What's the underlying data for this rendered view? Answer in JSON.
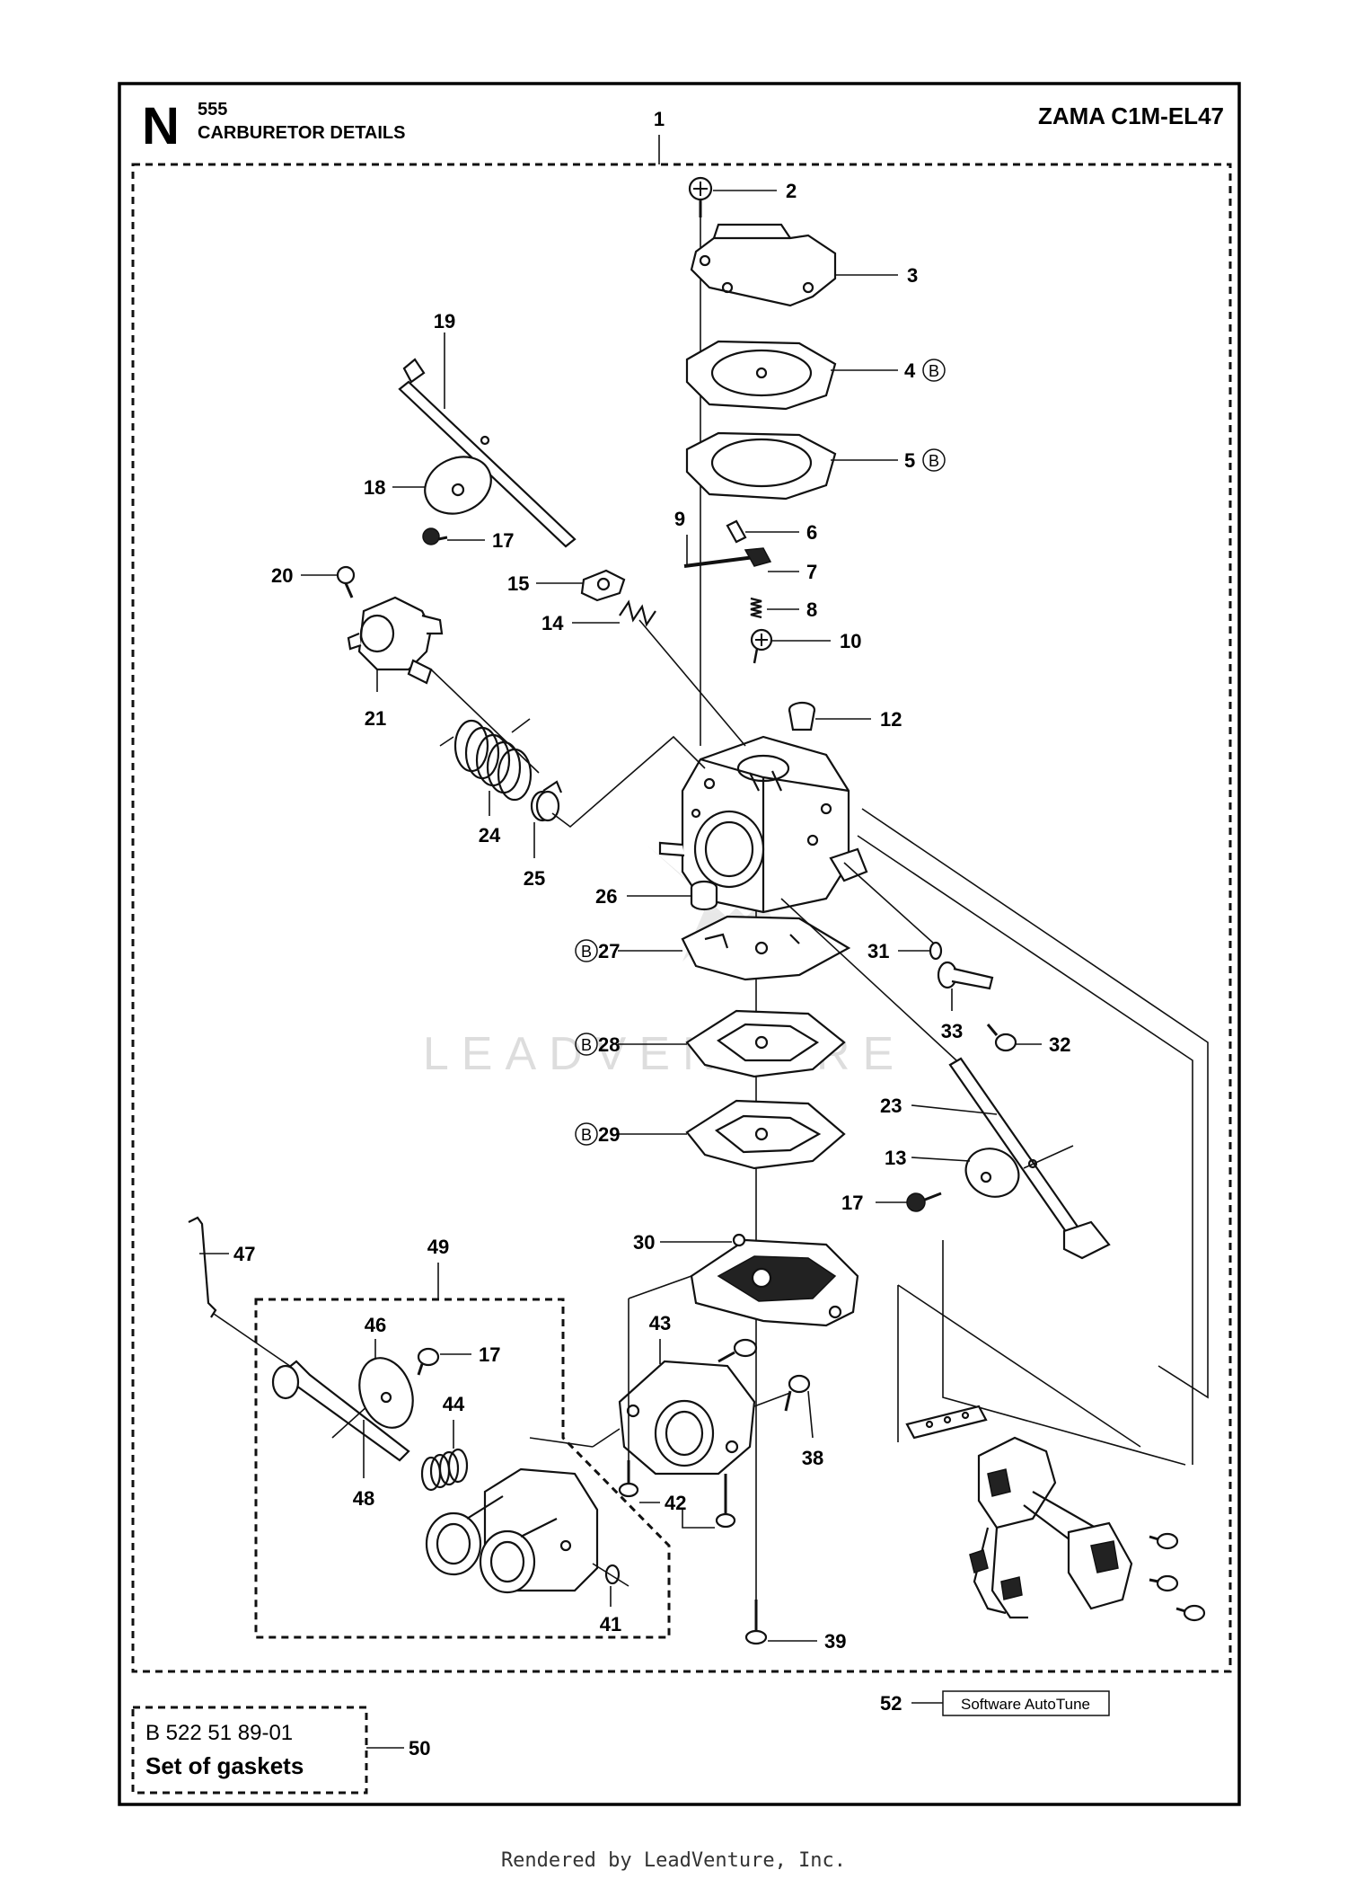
{
  "header": {
    "section_letter": "N",
    "section_number": "555",
    "section_title": "CARBURETOR DETAILS",
    "model": "ZAMA C1M-EL47"
  },
  "callouts": {
    "c1": "1",
    "c2": "2",
    "c3": "3",
    "c4": "4",
    "c5": "5",
    "c6": "6",
    "c7": "7",
    "c8": "8",
    "c9": "9",
    "c10": "10",
    "c12": "12",
    "c13": "13",
    "c14": "14",
    "c15": "15",
    "c17a": "17",
    "c17b": "17",
    "c17c": "17",
    "c18": "18",
    "c19": "19",
    "c20": "20",
    "c21": "21",
    "c23": "23",
    "c24": "24",
    "c25": "25",
    "c26": "26",
    "c27": "27",
    "c28": "28",
    "c29": "29",
    "c30": "30",
    "c31": "31",
    "c32": "32",
    "c33": "33",
    "c38": "38",
    "c39": "39",
    "c41": "41",
    "c42": "42",
    "c43": "43",
    "c44": "44",
    "c46": "46",
    "c47": "47",
    "c48": "48",
    "c49": "49",
    "c50": "50",
    "c52": "52"
  },
  "kit_marker": "B",
  "gasket_kit": {
    "code": "B 522 51 89-01",
    "name": "Set of gaskets"
  },
  "software_label": "Software AutoTune",
  "watermark": "LEADVENTURE",
  "footer": "Rendered by LeadVenture, Inc."
}
